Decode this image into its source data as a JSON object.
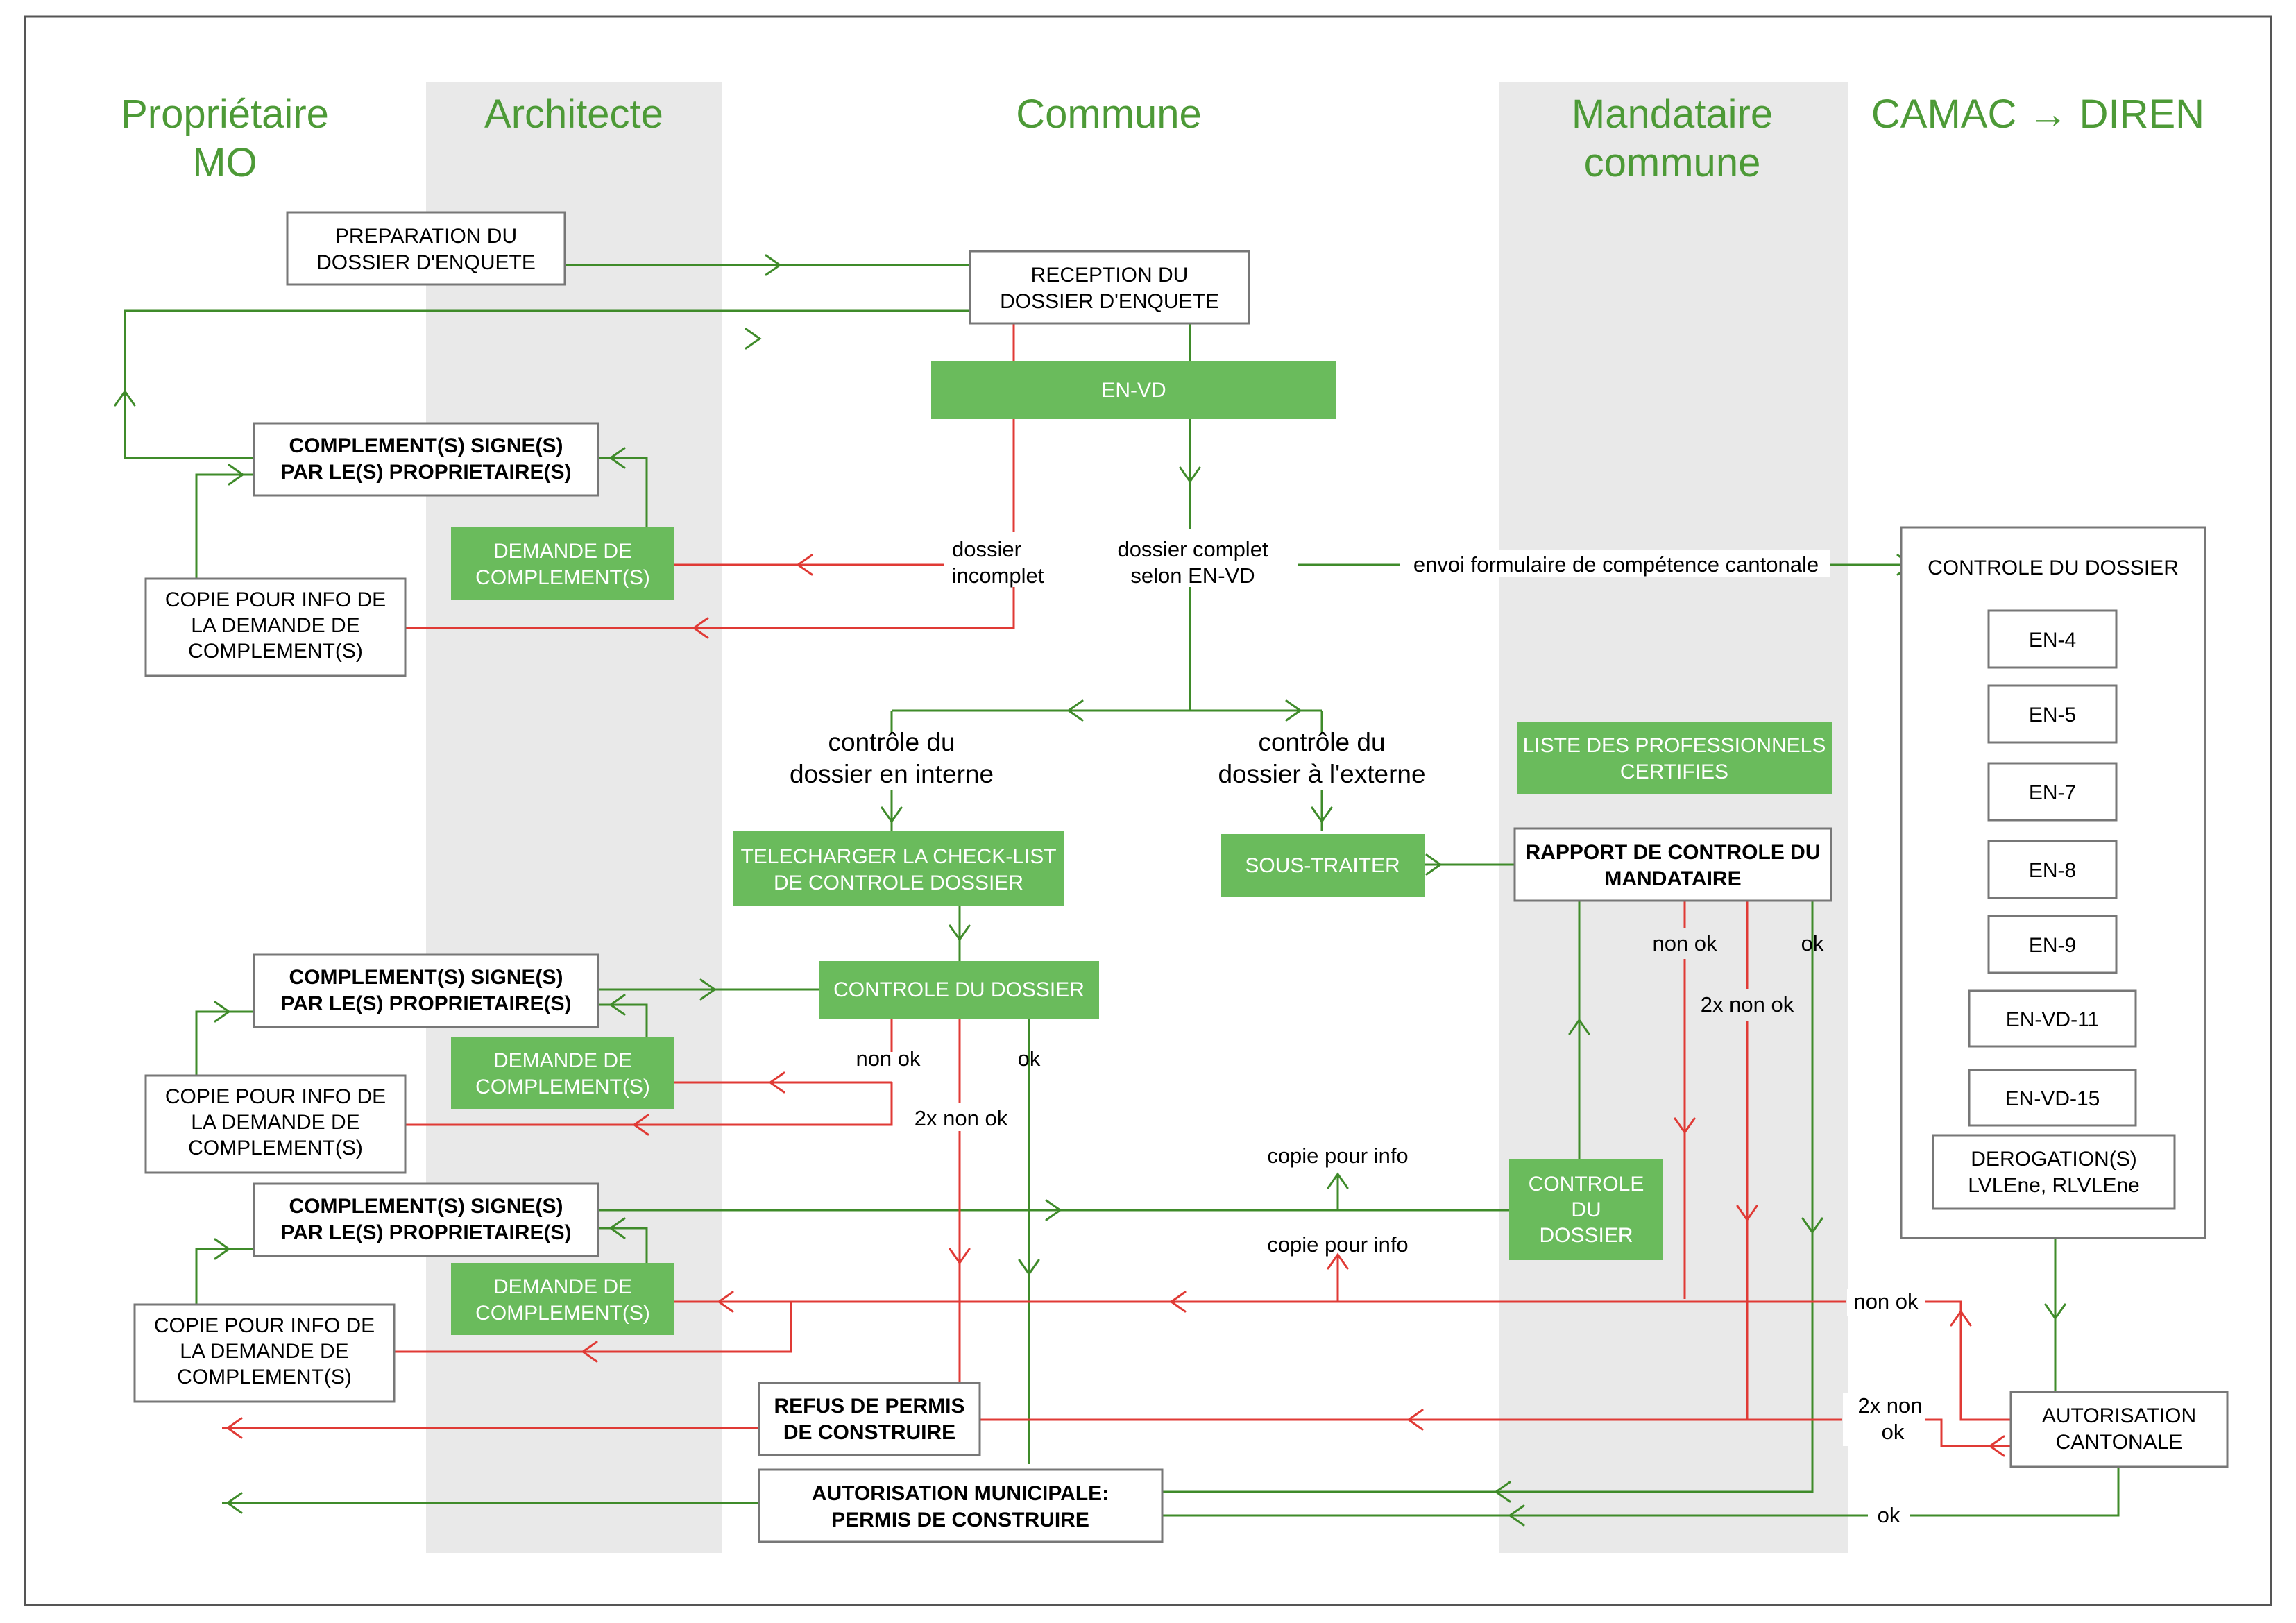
{
  "lanes": {
    "proprietaire": [
      "Propriétaire",
      "MO"
    ],
    "architecte": "Architecte",
    "commune": "Commune",
    "mandataire": [
      "Mandataire",
      "commune"
    ],
    "camac": "CAMAC → DIREN"
  },
  "nodes": {
    "preparation": [
      "PREPARATION DU",
      "DOSSIER D'ENQUETE"
    ],
    "reception": [
      "RECEPTION DU",
      "DOSSIER D'ENQUETE"
    ],
    "en_vd": "EN-VD",
    "complement1": [
      "COMPLEMENT(S) SIGNE(S)",
      "PAR LE(S) PROPRIETAIRE(S)"
    ],
    "demande1": [
      "DEMANDE DE",
      "COMPLEMENT(S)"
    ],
    "copie1": [
      "COPIE POUR INFO DE",
      "LA DEMANDE DE",
      "COMPLEMENT(S)"
    ],
    "telecharger": [
      "TELECHARGER LA CHECK-LIST",
      "DE CONTROLE DOSSIER"
    ],
    "sous_traiter": "SOUS-TRAITER",
    "liste_pro": [
      "LISTE DES PROFESSIONNELS",
      "CERTIFIES"
    ],
    "rapport": [
      "RAPPORT DE CONTROLE DU",
      "MANDATAIRE"
    ],
    "controle_commune": "CONTROLE DU DOSSIER",
    "complement2": [
      "COMPLEMENT(S) SIGNE(S)",
      "PAR LE(S) PROPRIETAIRE(S)"
    ],
    "demande2": [
      "DEMANDE DE",
      "COMPLEMENT(S)"
    ],
    "copie2": [
      "COPIE POUR INFO DE",
      "LA DEMANDE DE",
      "COMPLEMENT(S)"
    ],
    "complement3": [
      "COMPLEMENT(S) SIGNE(S)",
      "PAR LE(S) PROPRIETAIRE(S)"
    ],
    "demande3": [
      "DEMANDE DE",
      "COMPLEMENT(S)"
    ],
    "copie3": [
      "COPIE POUR INFO DE",
      "LA DEMANDE DE",
      "COMPLEMENT(S)"
    ],
    "controle_mandataire": [
      "CONTROLE",
      "DU",
      "DOSSIER"
    ],
    "refus": [
      "REFUS DE PERMIS",
      "DE CONSTRUIRE"
    ],
    "autorisation_municipale": [
      "AUTORISATION MUNICIPALE:",
      "PERMIS DE CONSTRUIRE"
    ],
    "controle_camac": "CONTROLE DU DOSSIER",
    "en4": "EN-4",
    "en5": "EN-5",
    "en7": "EN-7",
    "en8": "EN-8",
    "en9": "EN-9",
    "envd11": "EN-VD-11",
    "envd15": "EN-VD-15",
    "derogation": [
      "DEROGATION(S)",
      "LVLEne, RLVLEne"
    ],
    "autorisation_cantonale": [
      "AUTORISATION",
      "CANTONALE"
    ]
  },
  "labels": {
    "dossier_incomplet": [
      "dossier",
      "incomplet"
    ],
    "dossier_complet": [
      "dossier complet",
      "selon EN-VD"
    ],
    "envoi_formulaire": "envoi formulaire de compétence cantonale",
    "controle_interne": [
      "contrôle du",
      "dossier en interne"
    ],
    "controle_externe": [
      "contrôle du",
      "dossier à l'externe"
    ],
    "non_ok_mandataire": "non ok",
    "ok_mandataire": "ok",
    "deux_non_ok_mandataire": "2x non ok",
    "non_ok_commune": "non ok",
    "ok_commune": "ok",
    "deux_non_ok_commune": "2x non ok",
    "copie_info_1": "copie pour info",
    "copie_info_2": "copie pour info",
    "non_ok_camac": "non ok",
    "deux_non_ok_camac": [
      "2x non",
      "ok"
    ],
    "ok_camac": "ok"
  },
  "colors": {
    "accent_green": "#4d9a37",
    "box_green": "#6abb5c",
    "flow_green": "#3f8b2a",
    "flow_red": "#e03a35",
    "lane_gray": "#e9e9e9"
  }
}
